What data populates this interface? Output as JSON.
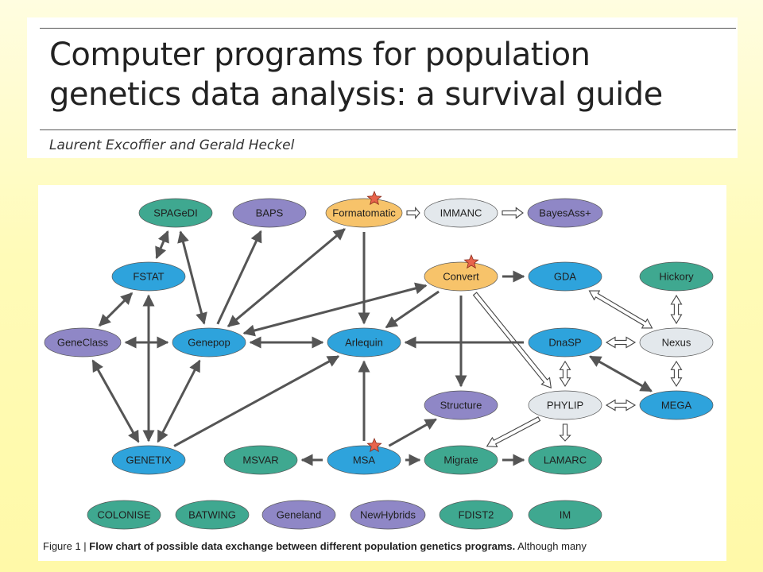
{
  "paper": {
    "title_line1": "Computer programs for population",
    "title_line2": "genetics data analysis: a survival guide",
    "authors": "Laurent Excoffier and Gerald Heckel"
  },
  "colors": {
    "teal": "#3fa890",
    "purple": "#8f87c6",
    "orange": "#f7c36a",
    "grey": "#e3e8ec",
    "blue": "#2ea3dc",
    "arrow": "#555555",
    "star": "#e8644c"
  },
  "figure": {
    "nodes": [
      {
        "id": "spagedi",
        "label": "SPAGeDI",
        "color": "teal"
      },
      {
        "id": "baps",
        "label": "BAPS",
        "color": "purple"
      },
      {
        "id": "formatomatic",
        "label": "Formatomatic",
        "color": "orange",
        "star": true
      },
      {
        "id": "immanc",
        "label": "IMMANC",
        "color": "grey"
      },
      {
        "id": "bayesass",
        "label": "BayesAss+",
        "color": "purple"
      },
      {
        "id": "fstat",
        "label": "FSTAT",
        "color": "blue"
      },
      {
        "id": "convert",
        "label": "Convert",
        "color": "orange",
        "star": true
      },
      {
        "id": "gda",
        "label": "GDA",
        "color": "blue"
      },
      {
        "id": "hickory",
        "label": "Hickory",
        "color": "teal"
      },
      {
        "id": "geneclass",
        "label": "GeneClass",
        "color": "purple"
      },
      {
        "id": "genepop",
        "label": "Genepop",
        "color": "blue"
      },
      {
        "id": "arlequin",
        "label": "Arlequin",
        "color": "blue"
      },
      {
        "id": "dnasp",
        "label": "DnaSP",
        "color": "blue"
      },
      {
        "id": "nexus",
        "label": "Nexus",
        "color": "grey"
      },
      {
        "id": "structure",
        "label": "Structure",
        "color": "purple"
      },
      {
        "id": "phylip",
        "label": "PHYLIP",
        "color": "grey"
      },
      {
        "id": "mega",
        "label": "MEGA",
        "color": "blue"
      },
      {
        "id": "genetix",
        "label": "GENETIX",
        "color": "blue"
      },
      {
        "id": "msvar",
        "label": "MSVAR",
        "color": "teal"
      },
      {
        "id": "msa",
        "label": "MSA",
        "color": "blue",
        "star": true
      },
      {
        "id": "migrate",
        "label": "Migrate",
        "color": "teal"
      },
      {
        "id": "lamarc",
        "label": "LAMARC",
        "color": "teal"
      },
      {
        "id": "colonise",
        "label": "COLONISE",
        "color": "teal"
      },
      {
        "id": "batwing",
        "label": "BATWING",
        "color": "teal"
      },
      {
        "id": "geneland",
        "label": "Geneland",
        "color": "purple"
      },
      {
        "id": "newhybrids",
        "label": "NewHybrids",
        "color": "purple"
      },
      {
        "id": "fdist2",
        "label": "FDIST2",
        "color": "teal"
      },
      {
        "id": "im",
        "label": "IM",
        "color": "teal"
      }
    ],
    "edges": [
      {
        "from": "formatomatic",
        "to": "immanc",
        "style": "hollow",
        "dir": "forward"
      },
      {
        "from": "immanc",
        "to": "bayesass",
        "style": "hollow",
        "dir": "forward"
      },
      {
        "from": "fstat",
        "to": "spagedi",
        "style": "solid",
        "dir": "both"
      },
      {
        "from": "genepop",
        "to": "spagedi",
        "style": "solid",
        "dir": "both"
      },
      {
        "from": "genepop",
        "to": "baps",
        "style": "solid",
        "dir": "forward"
      },
      {
        "from": "genepop",
        "to": "formatomatic",
        "style": "solid",
        "dir": "both"
      },
      {
        "from": "formatomatic",
        "to": "arlequin",
        "style": "solid",
        "dir": "forward"
      },
      {
        "from": "convert",
        "to": "gda",
        "style": "solid",
        "dir": "forward"
      },
      {
        "from": "convert",
        "to": "genepop",
        "style": "solid",
        "dir": "both"
      },
      {
        "from": "convert",
        "to": "arlequin",
        "style": "solid",
        "dir": "forward"
      },
      {
        "from": "convert",
        "to": "structure",
        "style": "solid",
        "dir": "forward"
      },
      {
        "from": "convert",
        "to": "phylip",
        "style": "hollow",
        "dir": "forward"
      },
      {
        "from": "gda",
        "to": "nexus",
        "style": "hollow",
        "dir": "both"
      },
      {
        "from": "hickory",
        "to": "nexus",
        "style": "hollow",
        "dir": "both"
      },
      {
        "from": "geneclass",
        "to": "fstat",
        "style": "solid",
        "dir": "both"
      },
      {
        "from": "fstat",
        "to": "genetix",
        "style": "solid",
        "dir": "both"
      },
      {
        "from": "geneclass",
        "to": "genepop",
        "style": "solid",
        "dir": "both"
      },
      {
        "from": "genepop",
        "to": "arlequin",
        "style": "solid",
        "dir": "both"
      },
      {
        "from": "dnasp",
        "to": "arlequin",
        "style": "solid",
        "dir": "forward"
      },
      {
        "from": "dnasp",
        "to": "nexus",
        "style": "hollow",
        "dir": "both"
      },
      {
        "from": "dnasp",
        "to": "phylip",
        "style": "hollow",
        "dir": "both"
      },
      {
        "from": "dnasp",
        "to": "mega",
        "style": "solid",
        "dir": "both"
      },
      {
        "from": "nexus",
        "to": "mega",
        "style": "hollow",
        "dir": "both"
      },
      {
        "from": "phylip",
        "to": "mega",
        "style": "hollow",
        "dir": "both"
      },
      {
        "from": "phylip",
        "to": "migrate",
        "style": "hollow",
        "dir": "forward"
      },
      {
        "from": "phylip",
        "to": "lamarc",
        "style": "hollow",
        "dir": "forward"
      },
      {
        "from": "geneclass",
        "to": "genetix",
        "style": "solid",
        "dir": "both"
      },
      {
        "from": "genepop",
        "to": "genetix",
        "style": "solid",
        "dir": "both"
      },
      {
        "from": "genetix",
        "to": "arlequin",
        "style": "solid",
        "dir": "forward"
      },
      {
        "from": "msa",
        "to": "arlequin",
        "style": "solid",
        "dir": "forward"
      },
      {
        "from": "msa",
        "to": "msvar",
        "style": "solid",
        "dir": "forward"
      },
      {
        "from": "msa",
        "to": "migrate",
        "style": "solid",
        "dir": "forward"
      },
      {
        "from": "msa",
        "to": "structure",
        "style": "solid",
        "dir": "forward"
      },
      {
        "from": "migrate",
        "to": "lamarc",
        "style": "solid",
        "dir": "forward"
      }
    ],
    "caption": {
      "label": "Figure 1 | ",
      "bold": "Flow chart of possible data exchange between different population genetics programs.",
      "rest": " Although many"
    }
  }
}
